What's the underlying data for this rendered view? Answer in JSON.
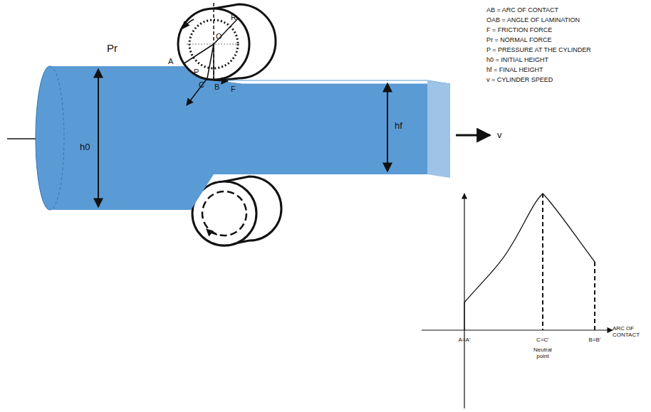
{
  "diagram": {
    "labels": [
      "AB = ARC OF CONTACT",
      "OAB = ANGLE OF LAMINATION",
      "F = FRICTION FORCE",
      "Pr = NORMAL FORCE",
      "P = PRESSURE AT THE CYLINDER",
      "h0 = INITIAL HEIGHT",
      "hf = FINAL HEIGHT",
      "v = CYLINDER SPEED",
      "Pr",
      "A",
      "O",
      "R",
      "P",
      "C",
      "B",
      "F",
      "h0",
      "hf",
      "v",
      "ARC OF CONTACT",
      "A=A'",
      "C=C'",
      "Neutral point",
      "B=B'"
    ]
  }
}
